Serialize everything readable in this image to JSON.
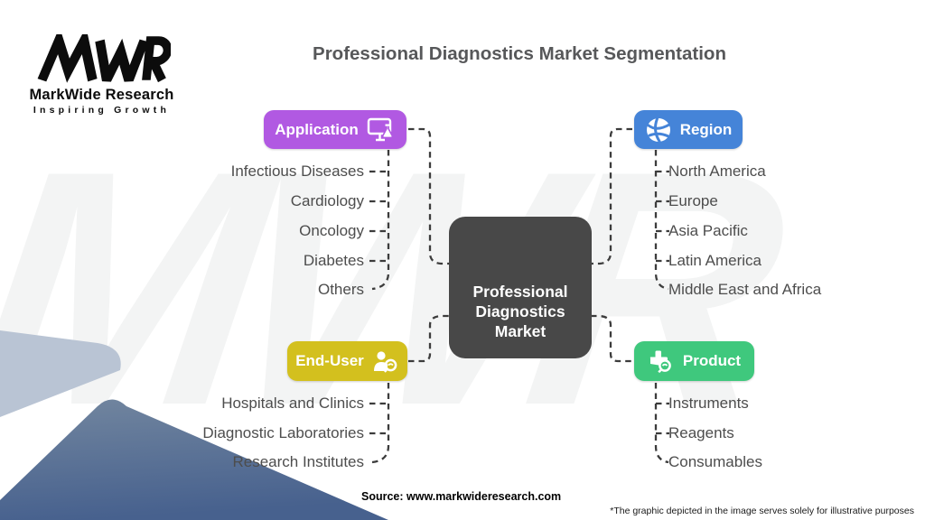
{
  "title": "Professional Diagnostics Market Segmentation",
  "logo": {
    "monogram": "MWR",
    "name": "MarkWide Research",
    "tagline": "Inspiring Growth"
  },
  "watermark": "MWR",
  "center": {
    "label": "Professional Diagnostics Market",
    "lines": [
      "Professional",
      "Diagnostics",
      "Market"
    ],
    "color": "#484848"
  },
  "branches": [
    {
      "id": "application",
      "label": "Application",
      "color": "#b159e2",
      "icon": "monitor-flask-icon",
      "items": [
        "Infectious Diseases",
        "Cardiology",
        "Oncology",
        "Diabetes",
        "Others"
      ]
    },
    {
      "id": "region",
      "label": "Region",
      "color": "#4584d8",
      "icon": "globe-icon",
      "items": [
        "North America",
        "Europe",
        "Asia Pacific",
        "Latin America",
        "Middle East and Africa"
      ]
    },
    {
      "id": "end-user",
      "label": "End-User",
      "color": "#d3c01e",
      "icon": "person-search-icon",
      "items": [
        "Hospitals and Clinics",
        "Diagnostic Laboratories",
        "Research Institutes"
      ]
    },
    {
      "id": "product",
      "label": "Product",
      "color": "#3fc87d",
      "icon": "plus-search-icon",
      "items": [
        "Instruments",
        "Reagents",
        "Consumables"
      ]
    }
  ],
  "footer": {
    "source": "Source: www.markwideresearch.com",
    "disclaimer": "*The graphic depicted in the image serves solely for illustrative purposes"
  },
  "decor": {
    "connector_color": "#3c3c3c",
    "corner_light": "#b9c4d4",
    "corner_dark_top": "#72869f",
    "corner_dark_bottom": "#47618e"
  }
}
